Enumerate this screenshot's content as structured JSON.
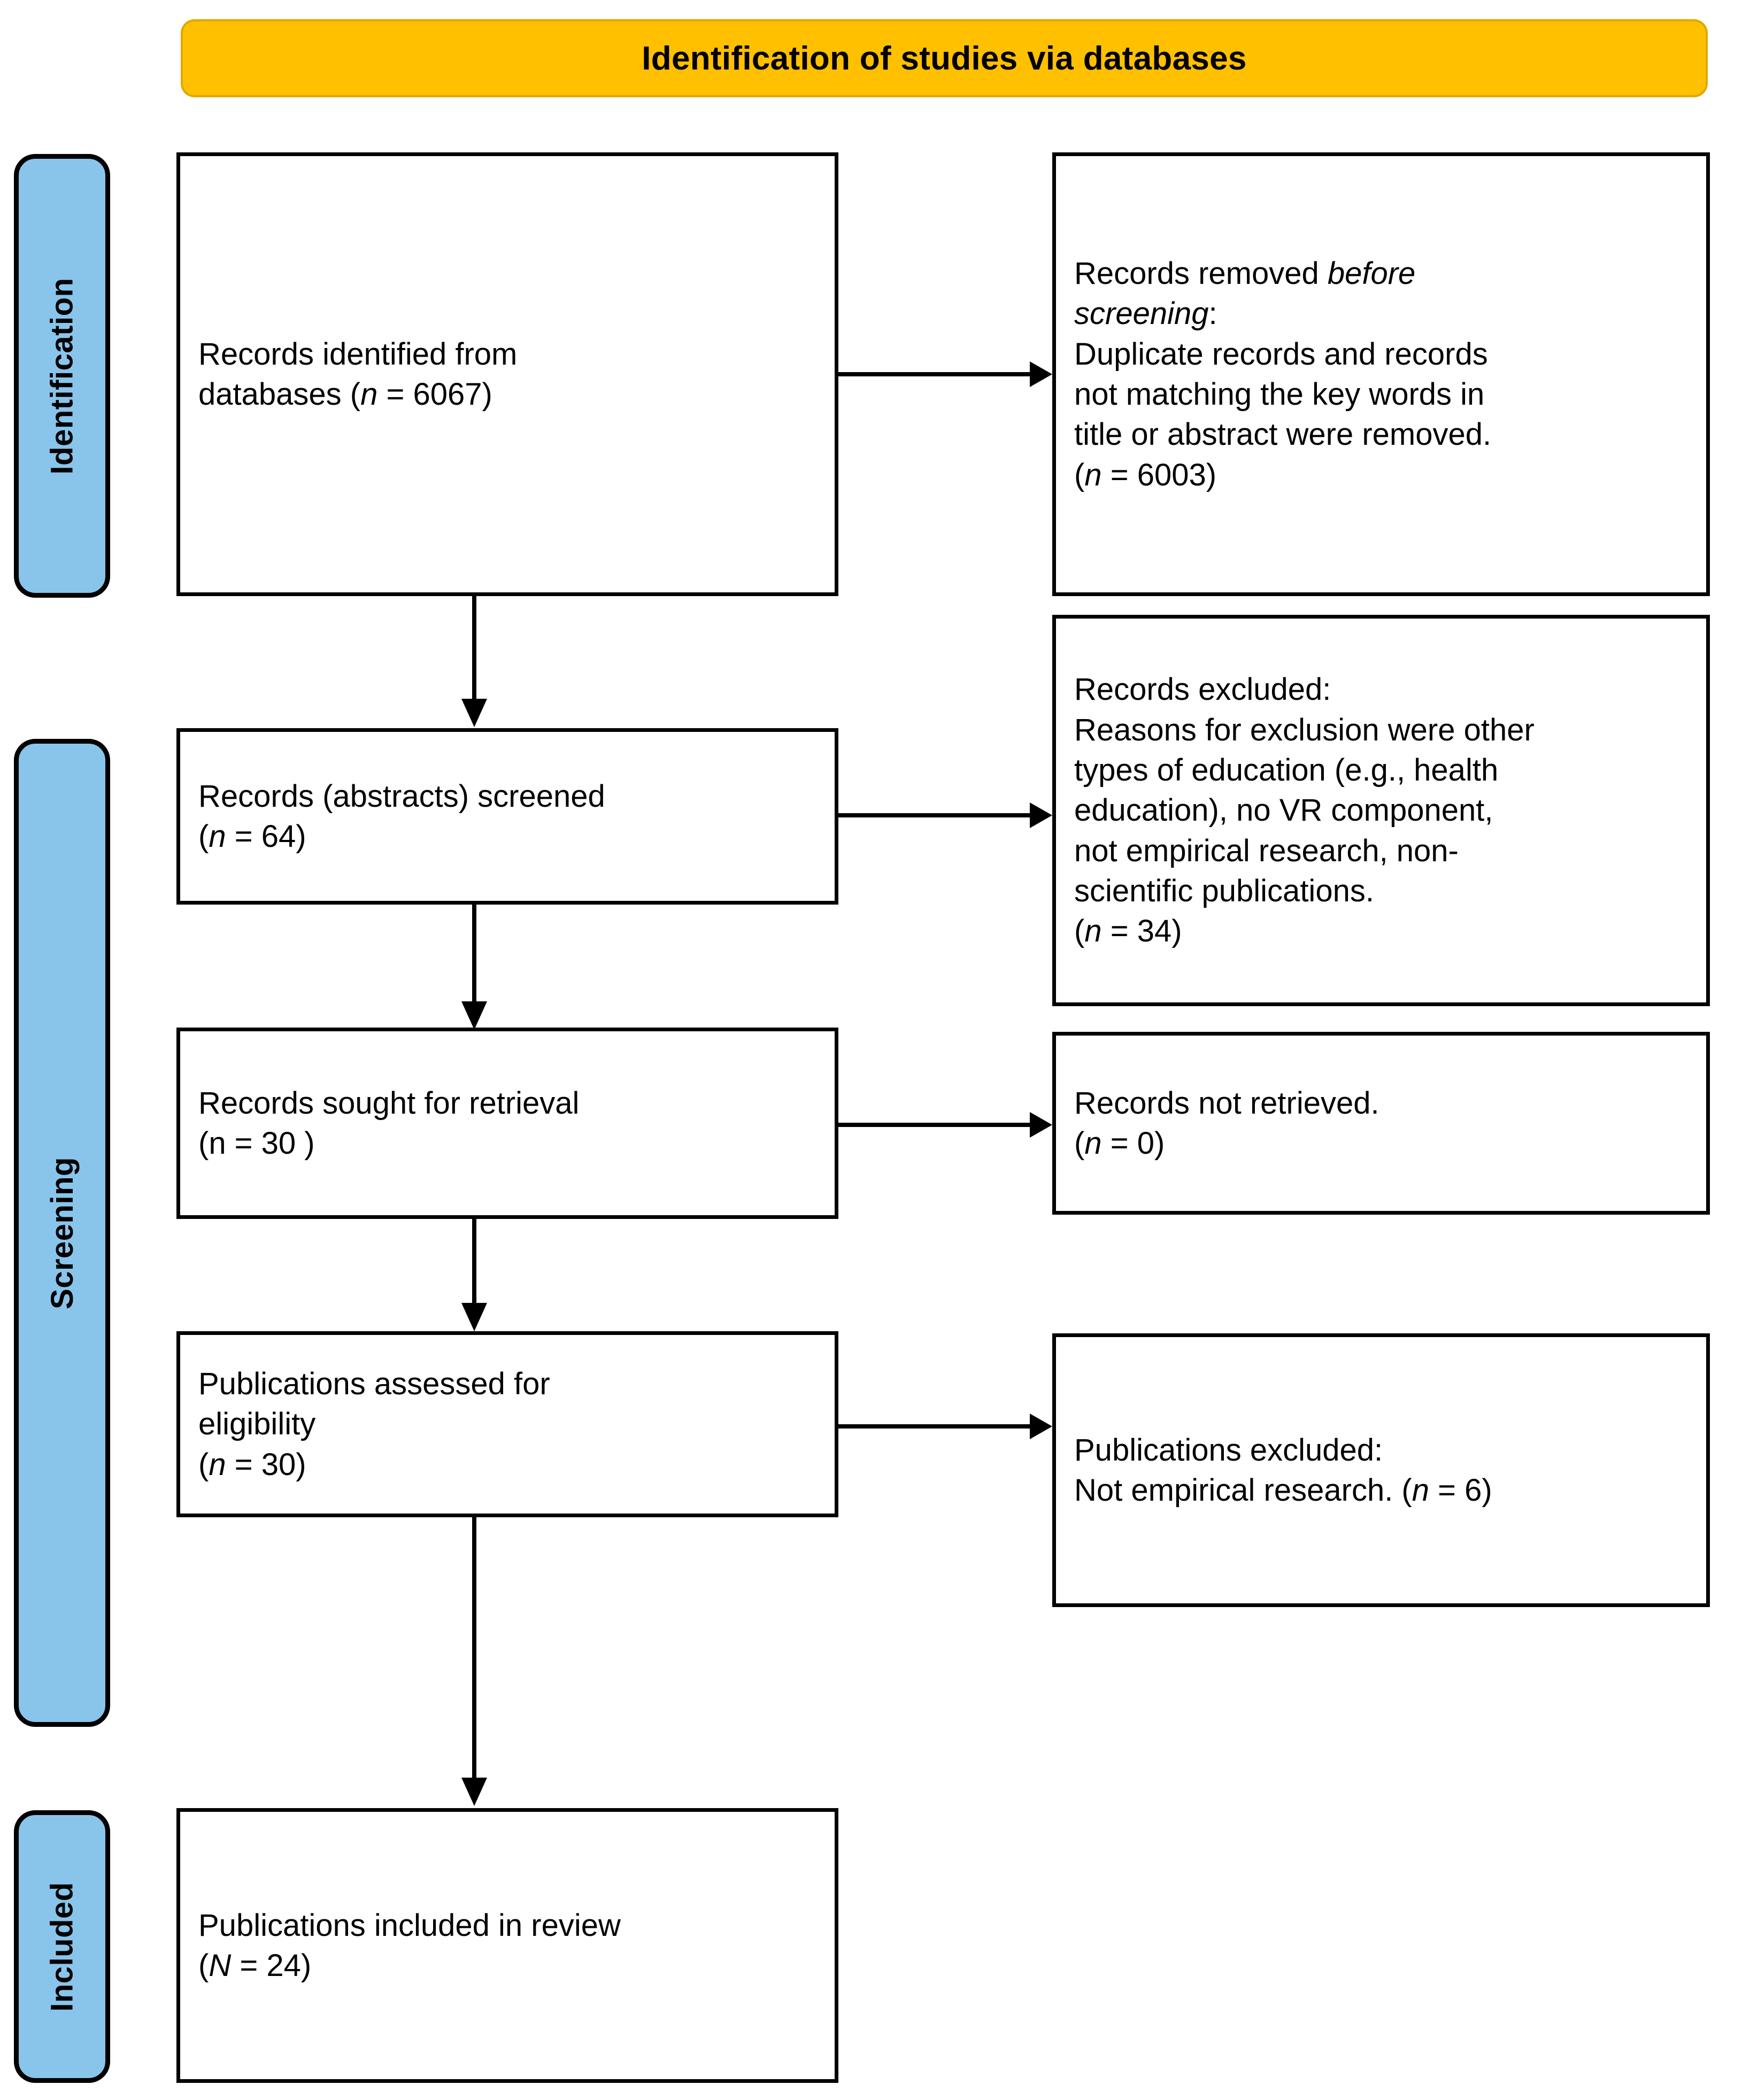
{
  "banner": {
    "title": "Identification of studies via databases"
  },
  "stages": [
    {
      "id": "identification",
      "label": "Identification"
    },
    {
      "id": "screening",
      "label": "Screening"
    },
    {
      "id": "included",
      "label": "Included"
    }
  ],
  "boxes": {
    "records_identified": {
      "lines": [
        {
          "text": "Records identified from"
        },
        {
          "text": "databases (",
          "italic": "n",
          "after": " = 6067)"
        }
      ],
      "count_label": "n = 6067",
      "count": 6067
    },
    "records_removed": {
      "lines": [
        {
          "text": "Records removed ",
          "italic": "before"
        },
        {
          "italic": "screening",
          "after": ":"
        },
        {
          "text": "Duplicate records and records"
        },
        {
          "text": "not matching the key words in"
        },
        {
          "text": "title or abstract were removed."
        },
        {
          "text": "(",
          "italic": "n",
          "after": " = 6003)"
        }
      ],
      "count_label": "n = 6003",
      "count": 6003
    },
    "records_screened": {
      "lines": [
        {
          "text": "Records (abstracts) screened"
        },
        {
          "text": "(",
          "italic": "n",
          "after": " = 64)"
        }
      ],
      "count_label": "n = 64",
      "count": 64
    },
    "records_excluded": {
      "lines": [
        {
          "text": "Records excluded:"
        },
        {
          "text": "Reasons for exclusion were other"
        },
        {
          "text": "types of education (e.g., health"
        },
        {
          "text": "education), no VR component,"
        },
        {
          "text": "not empirical research, non-"
        },
        {
          "text": "scientific publications."
        },
        {
          "text": "(",
          "italic": "n",
          "after": " = 34)"
        }
      ],
      "count_label": "n = 34",
      "count": 34
    },
    "records_sought": {
      "lines": [
        {
          "text": "Records sought for retrieval"
        },
        {
          "text": "(n = 30 )"
        }
      ],
      "count_label": "n = 30",
      "count": 30
    },
    "records_not_retrieved": {
      "lines": [
        {
          "text": "Records not retrieved."
        },
        {
          "text": "(",
          "italic": "n",
          "after": " = 0)"
        }
      ],
      "count_label": "n = 0",
      "count": 0
    },
    "publications_assessed": {
      "lines": [
        {
          "text": "Publications assessed for"
        },
        {
          "text": "eligibility"
        },
        {
          "text": "(",
          "italic": "n",
          "after": " = 30)"
        }
      ],
      "count_label": "n = 30",
      "count": 30
    },
    "publications_excluded": {
      "lines": [
        {
          "text": "Publications excluded:"
        },
        {
          "text": "Not empirical research. (",
          "italic": "n",
          "after": " = 6)"
        }
      ],
      "count_label": "n = 6",
      "count": 6
    },
    "publications_included": {
      "lines": [
        {
          "text": "Publications included in review"
        },
        {
          "text": "(",
          "italic": "N",
          "after": " = 24)"
        }
      ],
      "count_label": "N = 24",
      "count": 24
    }
  },
  "connectors": [
    {
      "id": "identified-to-removed",
      "direction": "right",
      "from": "records_identified",
      "to": "records_removed"
    },
    {
      "id": "identified-to-screened",
      "direction": "down",
      "from": "records_identified",
      "to": "records_screened"
    },
    {
      "id": "screened-to-excluded",
      "direction": "right",
      "from": "records_screened",
      "to": "records_excluded"
    },
    {
      "id": "screened-to-sought",
      "direction": "down",
      "from": "records_screened",
      "to": "records_sought"
    },
    {
      "id": "sought-to-notretrieved",
      "direction": "right",
      "from": "records_sought",
      "to": "records_not_retrieved"
    },
    {
      "id": "sought-to-assessed",
      "direction": "down",
      "from": "records_sought",
      "to": "publications_assessed"
    },
    {
      "id": "assessed-to-excluded",
      "direction": "right",
      "from": "publications_assessed",
      "to": "publications_excluded"
    },
    {
      "id": "assessed-to-included",
      "direction": "down",
      "from": "publications_assessed",
      "to": "publications_included"
    }
  ],
  "colors": {
    "banner_fill": "#FFC000",
    "banner_border": "#E0A800",
    "stage_fill": "#89C4EB",
    "stage_border": "#000000",
    "box_border": "#000000",
    "text": "#000000",
    "page_background": "#FFFFFF"
  }
}
